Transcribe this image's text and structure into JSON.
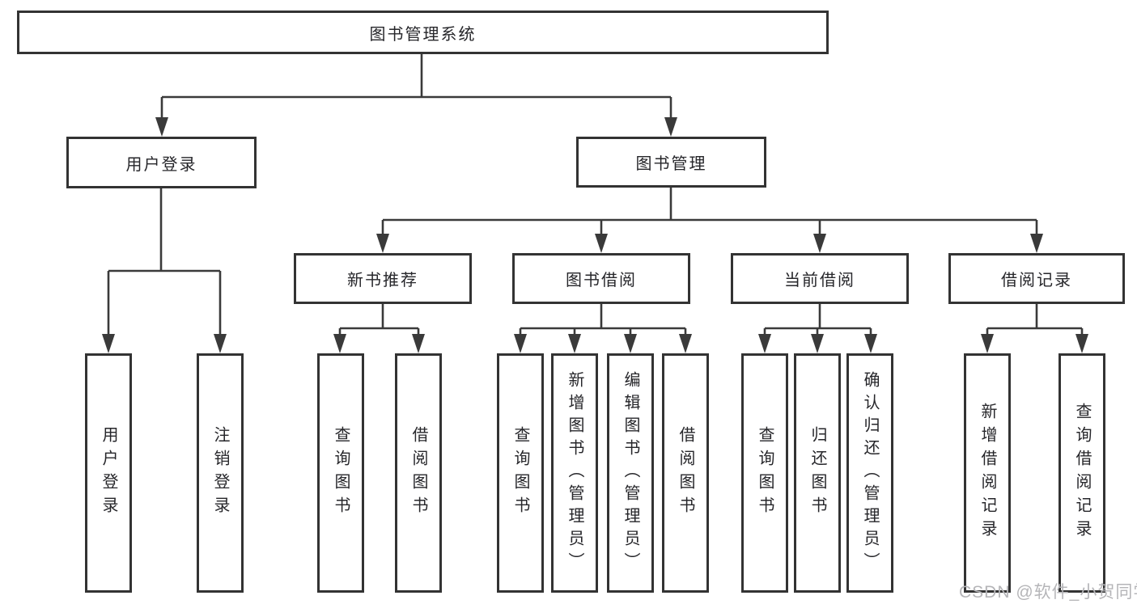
{
  "tree": {
    "label": "图书管理系统",
    "children": [
      {
        "label": "用户登录",
        "children": [
          {
            "label": "用户登录"
          },
          {
            "label": "注销登录"
          }
        ]
      },
      {
        "label": "图书管理",
        "children": [
          {
            "label": "新书推荐",
            "children": [
              {
                "label": "查询图书"
              },
              {
                "label": "借阅图书"
              }
            ]
          },
          {
            "label": "图书借阅",
            "children": [
              {
                "label": "查询图书"
              },
              {
                "label": "新增图书（管理员）"
              },
              {
                "label": "编辑图书（管理员）"
              },
              {
                "label": "借阅图书"
              }
            ]
          },
          {
            "label": "当前借阅",
            "children": [
              {
                "label": "查询图书"
              },
              {
                "label": "归还图书"
              },
              {
                "label": "确认归还（管理员）"
              }
            ]
          },
          {
            "label": "借阅记录",
            "children": [
              {
                "label": "新增借阅记录"
              },
              {
                "label": "查询借阅记录"
              }
            ]
          }
        ]
      }
    ]
  },
  "watermark": "CSDN @软件_小贺同学",
  "colors": {
    "line": "#3a3a3a",
    "border": "#333333",
    "fill": "#ffffff",
    "text": "#26262a",
    "watermark": "#b5b5b8"
  }
}
